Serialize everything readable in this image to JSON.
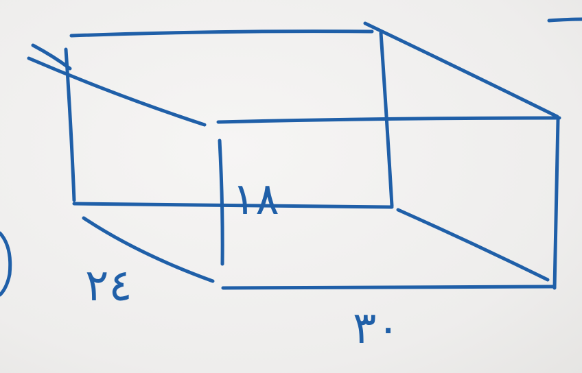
{
  "diagram": {
    "shape": "rectangular-prism",
    "ink_color": "#1f5fa8",
    "paper_color": "#f1f0ef",
    "labels": {
      "height": "١٨",
      "depth": "٢٤",
      "length": "٣٠"
    }
  }
}
